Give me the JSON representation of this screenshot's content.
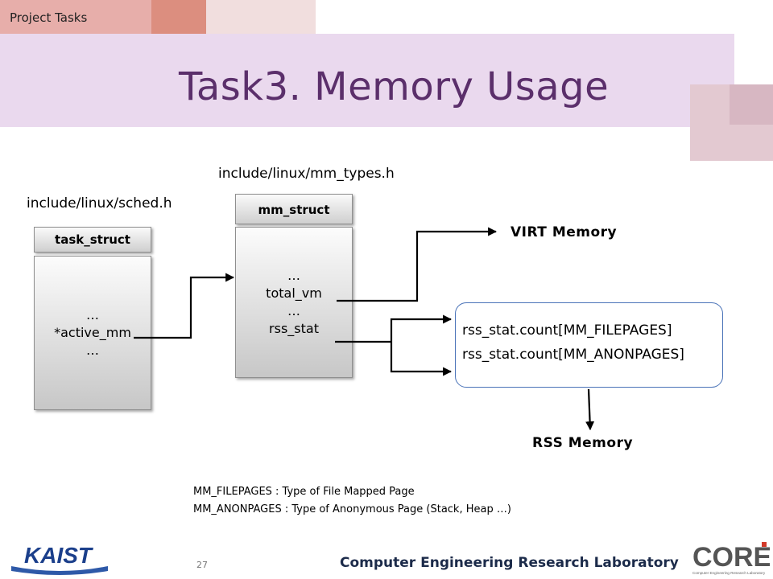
{
  "header": {
    "section": "Project Tasks",
    "title": "Task3. Memory Usage"
  },
  "diagram": {
    "sched_file": "include/linux/sched.h",
    "mm_types_file": "include/linux/mm_types.h",
    "task_struct": {
      "name": "task_struct",
      "fields": [
        "…",
        "*active_mm",
        "…"
      ]
    },
    "mm_struct": {
      "name": "mm_struct",
      "fields": [
        "…",
        "total_vm",
        "…",
        "rss_stat"
      ]
    },
    "virt_label": "VIRT Memory",
    "rss_box": {
      "lines": [
        "rss_stat.count[MM_FILEPAGES]",
        "rss_stat.count[MM_ANONPAGES]"
      ]
    },
    "rss_label": "RSS Memory"
  },
  "notes": [
    "MM_FILEPAGES : Type of File Mapped Page",
    "MM_ANONPAGES : Type of Anonymous Page (Stack, Heap …)"
  ],
  "footer": {
    "page_number": "27",
    "lab": "Computer Engineering Research Laboratory",
    "kaist_logo_text": "KAIST",
    "core_logo_text": "CORE",
    "core_logo_subtext": "Computer Engineering Research Laboratory"
  },
  "colors": {
    "title": "#5b2f6b",
    "title_band": "#ead9ee",
    "box_border": "#4a73b8",
    "footer_text": "#1c2b4a"
  }
}
